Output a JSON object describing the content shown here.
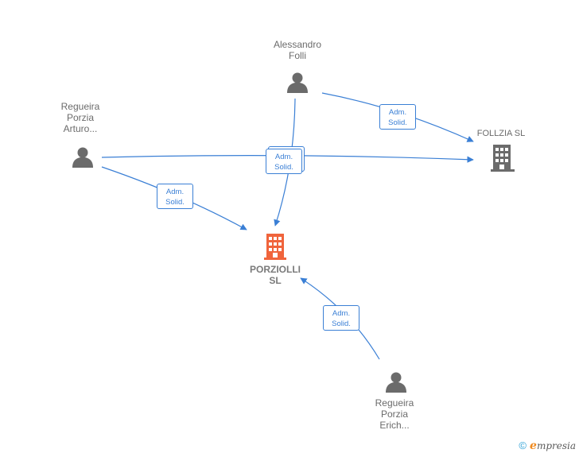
{
  "nodes": {
    "porziolli": {
      "label_line1": "PORZIOLLI",
      "label_line2": "SL",
      "color": "#f0643c",
      "type": "company",
      "highlighted": true
    },
    "follzia": {
      "label": "FOLLZIA  SL",
      "color": "#6b6b6b",
      "type": "company"
    },
    "alessandro": {
      "label_line1": "Alessandro",
      "label_line2": "Folli",
      "color": "#6b6b6b",
      "type": "person"
    },
    "regueira_arturo": {
      "label_line1": "Regueira",
      "label_line2": "Porzia",
      "label_line3": "Arturo...",
      "color": "#6b6b6b",
      "type": "person"
    },
    "regueira_erich": {
      "label_line1": "Regueira",
      "label_line2": "Porzia",
      "label_line3": "Erich...",
      "color": "#6b6b6b",
      "type": "person"
    }
  },
  "edges": [
    {
      "from": "alessandro",
      "to": "follzia",
      "label_line1": "Adm.",
      "label_line2": "Solid."
    },
    {
      "from": "regueira_arturo",
      "to": "follzia",
      "label_line1": "Adm.",
      "label_line2": "Solid."
    },
    {
      "from": "alessandro",
      "to": "porziolli",
      "label_line1": "Adm.",
      "label_line2": "Solid."
    },
    {
      "from": "regueira_arturo",
      "to": "porziolli",
      "label_line1": "Adm.",
      "label_line2": "Solid."
    },
    {
      "from": "regueira_erich",
      "to": "porziolli",
      "label_line1": "Adm.",
      "label_line2": "Solid."
    }
  ],
  "edge_color": "#3a7fd5",
  "footer": {
    "copyright": "©",
    "brand_initial": "e",
    "brand_rest": "mpresia"
  },
  "icons": {
    "person": "person-icon",
    "company": "building-icon"
  }
}
